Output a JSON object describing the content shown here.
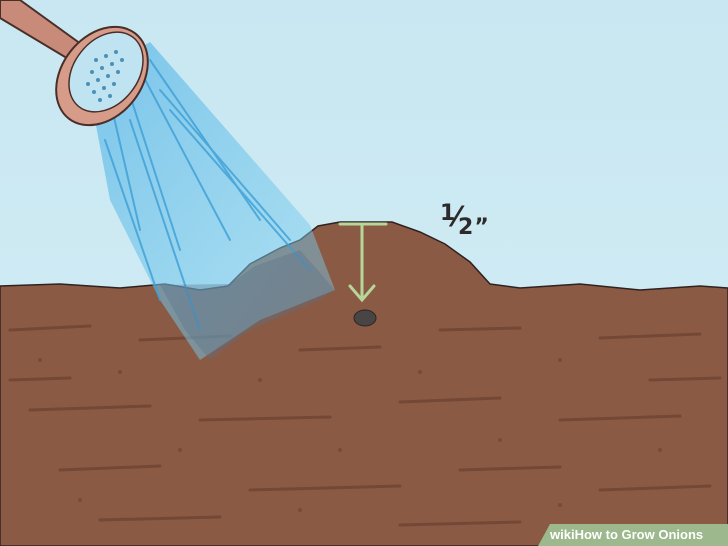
{
  "measurement_label": {
    "numerator": "1",
    "slash": "⁄",
    "denominator": "2",
    "unit_mark": "”"
  },
  "watermark": {
    "brand": "wiki",
    "title": "How to Grow Onions"
  },
  "colors": {
    "sky": "#cdeaf3",
    "soil": "#8a5a44",
    "soil_dark": "#6e4433",
    "water": "#6fc3e8",
    "watering_can": "#c98b79",
    "arrow": "#b7d69a",
    "seed": "#4a4545"
  }
}
